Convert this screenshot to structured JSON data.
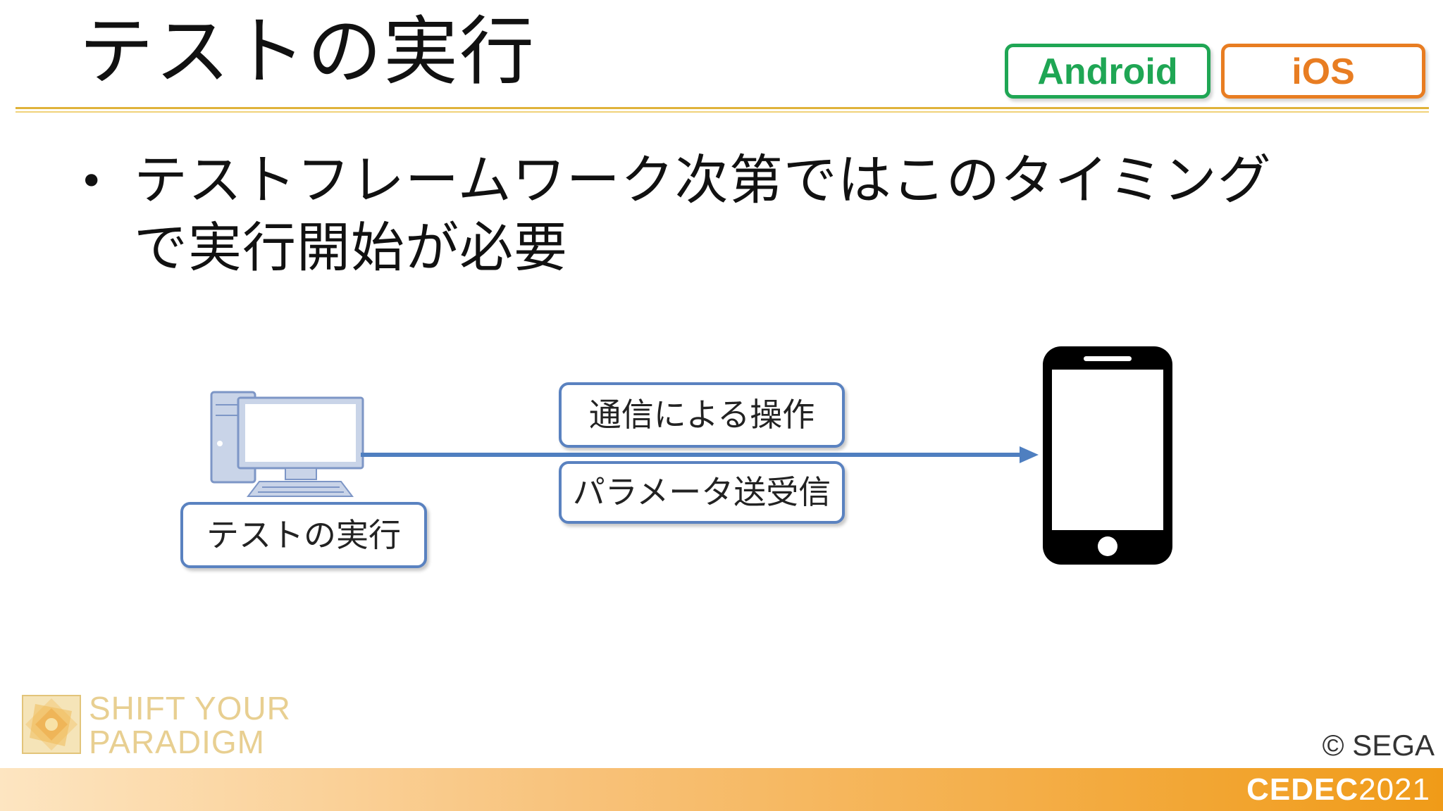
{
  "slide": {
    "title": "テストの実行",
    "bullet_marker": "•",
    "bullet_line1": "テストフレームワーク次第ではこのタイミング",
    "bullet_line2": "で実行開始が必要"
  },
  "platform_tags": {
    "android": "Android",
    "ios": "iOS",
    "android_color": "#1fa654",
    "ios_color": "#e87d22"
  },
  "diagram": {
    "computer_icon": "desktop-computer-icon",
    "phone_icon": "smartphone-icon",
    "exec_label": "テストの実行",
    "comm_label": "通信による操作",
    "param_label": "パラメータ送受信",
    "arrow_color": "#4f7fc0"
  },
  "footer": {
    "brand_line1": "SHIFT YOUR",
    "brand_line2": "PARADIGM",
    "copyright": "© SEGA",
    "event_name_bold": "CEDEC",
    "event_year": "2021"
  }
}
